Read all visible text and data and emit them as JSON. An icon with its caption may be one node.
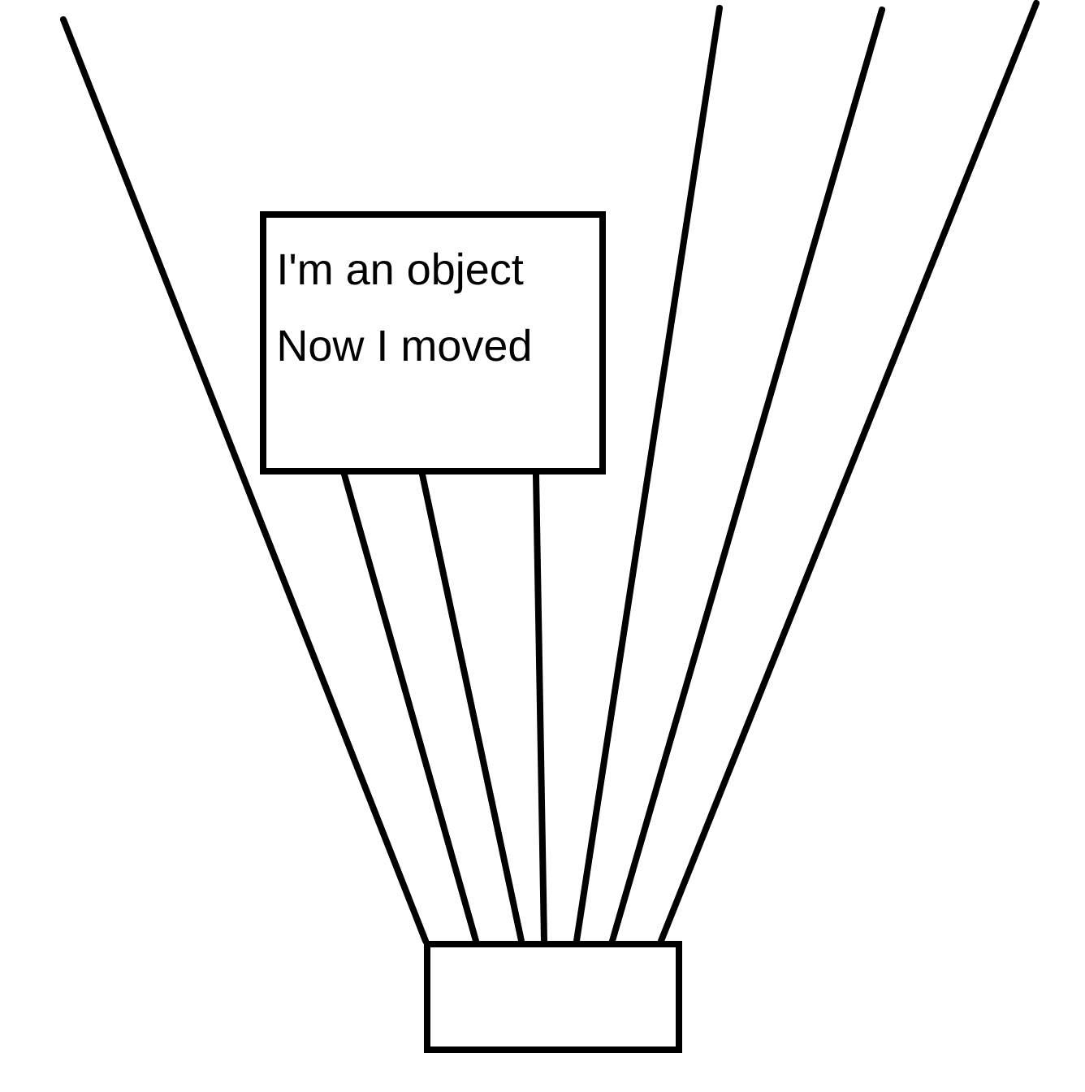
{
  "diagram": {
    "nodes": [
      {
        "text": [
          "I'm an object",
          "Now I moved"
        ]
      },
      {
        "text": [],
        "shape": "box"
      }
    ],
    "edges": [
      {
        "from": 1,
        "to": null,
        "arrow": "none"
      },
      {
        "from": 1,
        "to": 0,
        "arrow": "none"
      },
      {
        "from": 1,
        "to": 0,
        "arrow": "none"
      },
      {
        "from": 1,
        "to": 0,
        "arrow": "none"
      },
      {
        "from": 1,
        "to": null,
        "arrow": "none"
      },
      {
        "from": 1,
        "to": null,
        "arrow": "none"
      },
      {
        "from": 1,
        "to": null,
        "arrow": "none"
      }
    ]
  }
}
